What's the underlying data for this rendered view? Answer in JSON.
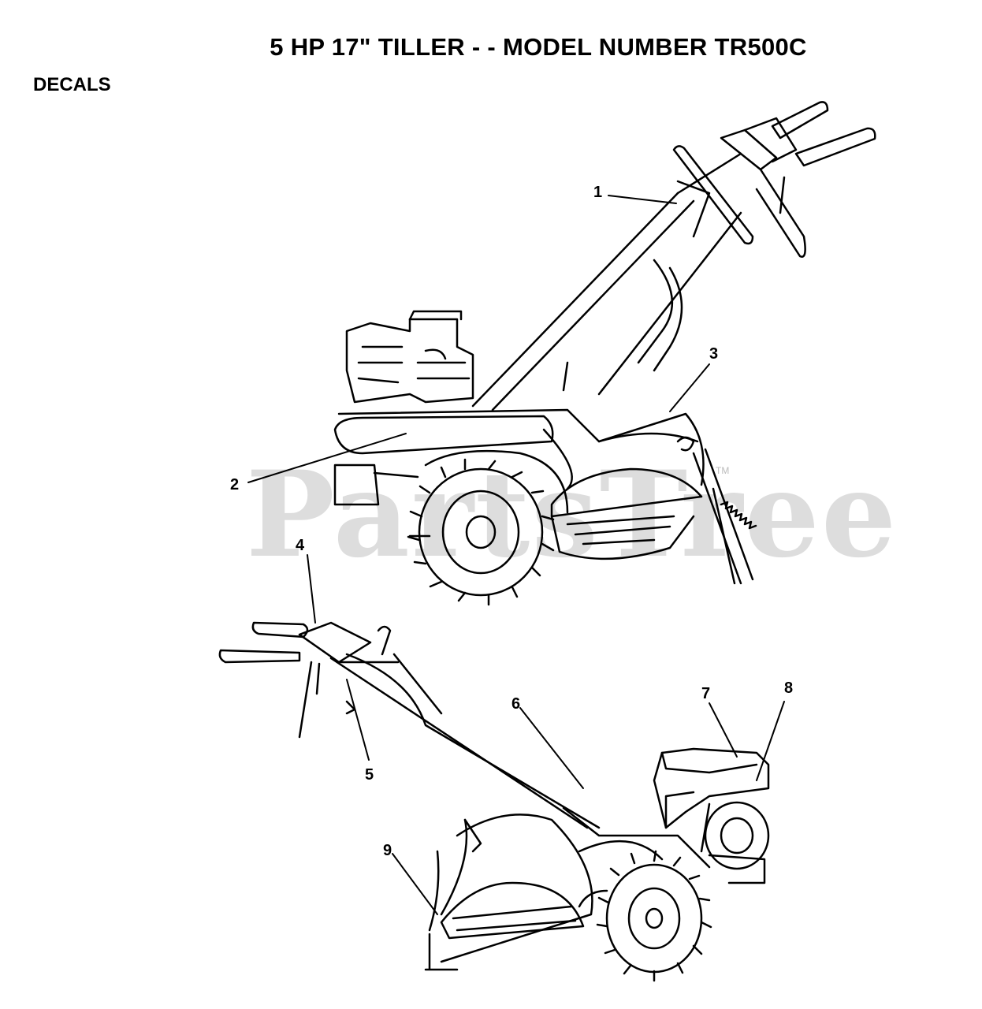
{
  "header": {
    "title": "5 HP 17\" TILLER - - MODEL NUMBER TR500C",
    "section": "DECALS"
  },
  "watermark": {
    "text": "PartsTree",
    "tm": "TM"
  },
  "callouts": [
    {
      "id": "1",
      "label": "1"
    },
    {
      "id": "2",
      "label": "2"
    },
    {
      "id": "3",
      "label": "3"
    },
    {
      "id": "4",
      "label": "4"
    },
    {
      "id": "5",
      "label": "5"
    },
    {
      "id": "6",
      "label": "6"
    },
    {
      "id": "7",
      "label": "7"
    },
    {
      "id": "8",
      "label": "8"
    },
    {
      "id": "9",
      "label": "9"
    }
  ]
}
